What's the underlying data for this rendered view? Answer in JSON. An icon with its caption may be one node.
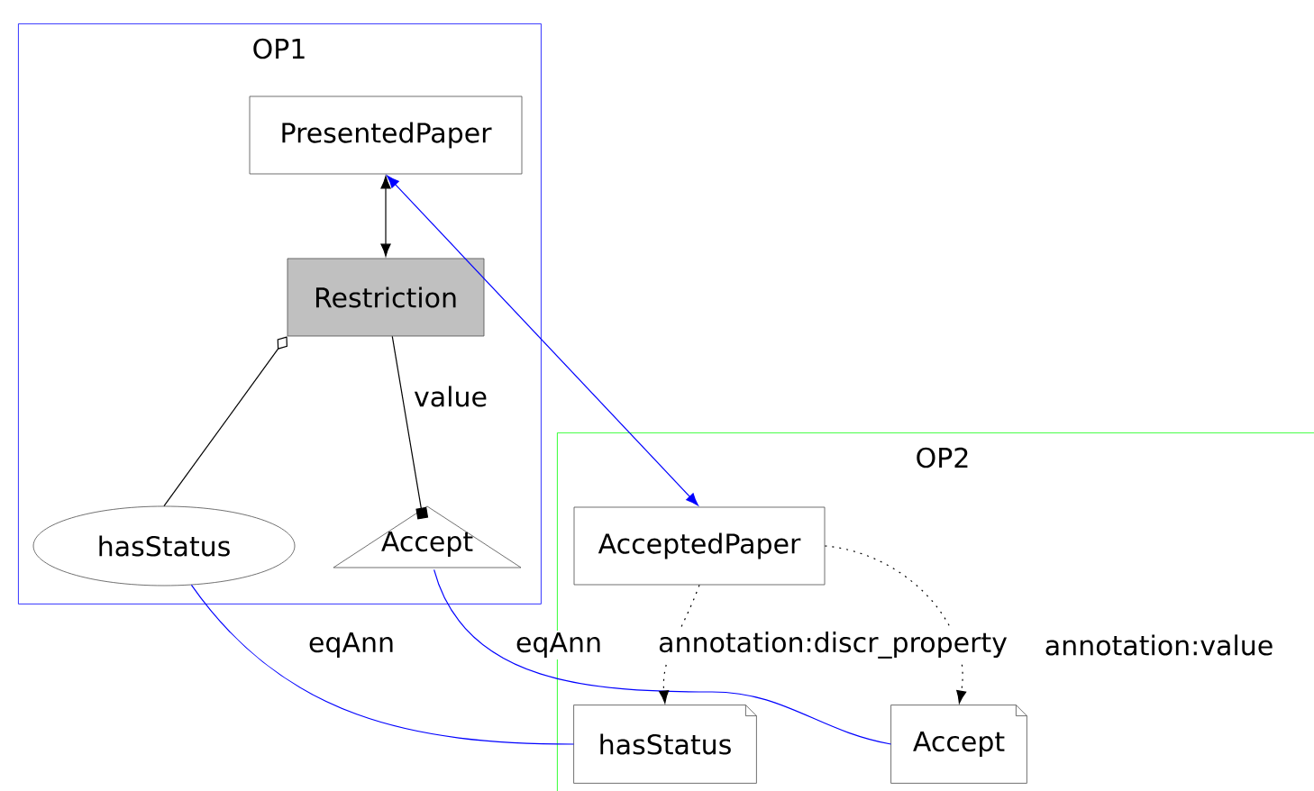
{
  "diagram": {
    "nodes": [
      {
        "text": [
          "OP1"
        ]
      },
      {
        "text": [
          "PresentedPaper"
        ],
        "in": 0
      },
      {
        "text": [
          "Restriction"
        ],
        "in": 0
      },
      {
        "text": [
          "hasStatus"
        ],
        "in": 0
      },
      {
        "text": [
          "Accept"
        ],
        "in": 0
      },
      {
        "text": [
          "OP2"
        ]
      },
      {
        "text": [
          "AcceptedPaper"
        ],
        "in": 5
      },
      {
        "text": [
          "hasStatus"
        ],
        "in": 5
      },
      {
        "text": [
          "Accept"
        ],
        "in": 5
      }
    ],
    "edges": [
      {
        "from": 1,
        "to": 2,
        "arrow": "both"
      },
      {
        "from": 2,
        "to": 3,
        "arrow": "other"
      },
      {
        "from": 2,
        "to": 4,
        "arrow": "other",
        "label": "value"
      },
      {
        "from": 1,
        "to": 6,
        "arrow": "both",
        "color": "#0000ff"
      },
      {
        "from": 3,
        "to": 7,
        "arrow": "none",
        "label": "eqAnn",
        "color": "#0000ff"
      },
      {
        "from": 4,
        "to": 8,
        "arrow": "none",
        "label": "eqAnn",
        "color": "#0000ff"
      },
      {
        "from": 6,
        "to": 7,
        "arrow": "to",
        "style": "dashed",
        "label": "annotation:discr_property"
      },
      {
        "from": 6,
        "to": 8,
        "arrow": "to",
        "style": "dashed",
        "label": "annotation:value"
      }
    ]
  }
}
